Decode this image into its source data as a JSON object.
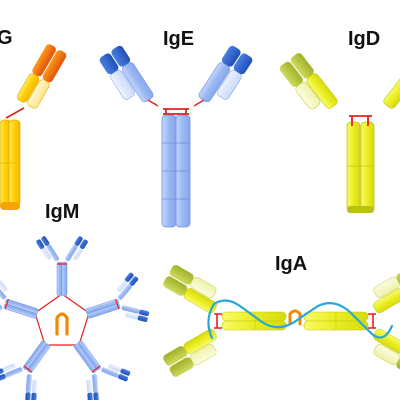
{
  "labels": {
    "igg": "G",
    "ige": "IgE",
    "igd": "IgD",
    "igm": "IgM",
    "iga": "IgA"
  },
  "colors": {
    "igg_orange": "#f08a00",
    "igg_yellow": "#ffd400",
    "ige_blue_light": "#9db9f5",
    "ige_blue_dark": "#2f5fc8",
    "igd_olive": "#b3c43a",
    "igd_yellow": "#f2f52a",
    "disulfide_red": "#e81e1e",
    "j_chain_orange": "#f08a00",
    "secretory_cyan": "#29a8d8"
  }
}
